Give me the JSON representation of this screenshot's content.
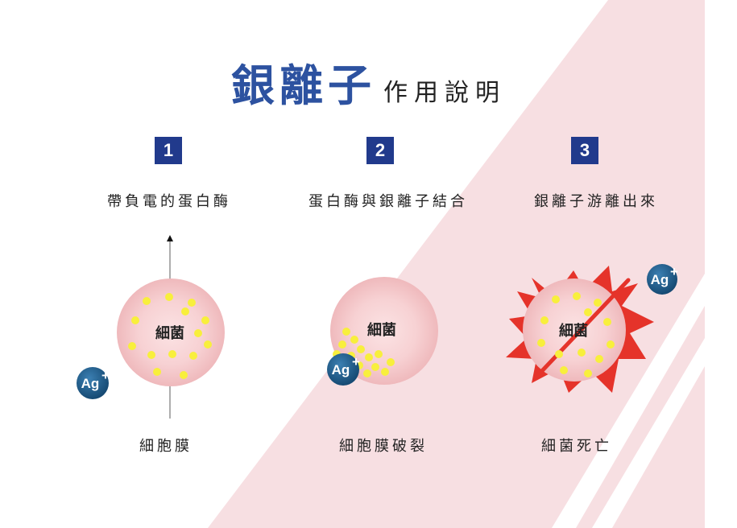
{
  "title": {
    "main": "銀離子",
    "sub": "作用說明"
  },
  "steps": [
    {
      "number": "1",
      "top": "帶負電的蛋白酶",
      "bottom": "細胞膜"
    },
    {
      "number": "2",
      "top": "蛋白酶與銀離子結合",
      "bottom": "細胞膜破裂"
    },
    {
      "number": "3",
      "top": "銀離子游離出來",
      "bottom": "細菌死亡"
    }
  ],
  "bacteria_label": "細菌",
  "ion_label": "Ag",
  "ion_charge": "+",
  "colors": {
    "title_blue": "#2d52a0",
    "badge_navy": "#213a8c",
    "bg_pink": "#f7dfe2",
    "cell_pink": "#f5c9cb",
    "dot_yellow": "#f8ef3c",
    "ion_blue": "#1e5a86",
    "burst_red": "#e5332a"
  },
  "icons": [
    "arrow-up-icon",
    "silver-ion-icon",
    "bacterium-icon",
    "burst-icon"
  ]
}
